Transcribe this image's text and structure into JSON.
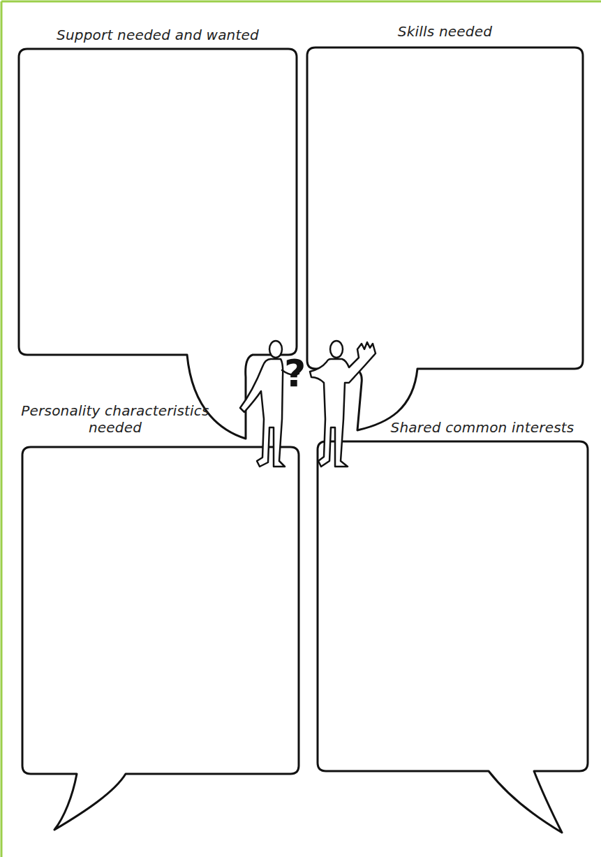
{
  "diagram": {
    "nodes": [
      {
        "text": [
          "Support needed and wanted"
        ]
      },
      {
        "text": [
          "Skills needed"
        ]
      },
      {
        "text": [
          "Personality characteristics needed"
        ]
      },
      {
        "text": [
          "Shared common interests"
        ]
      }
    ],
    "labels": [
      "?"
    ]
  }
}
